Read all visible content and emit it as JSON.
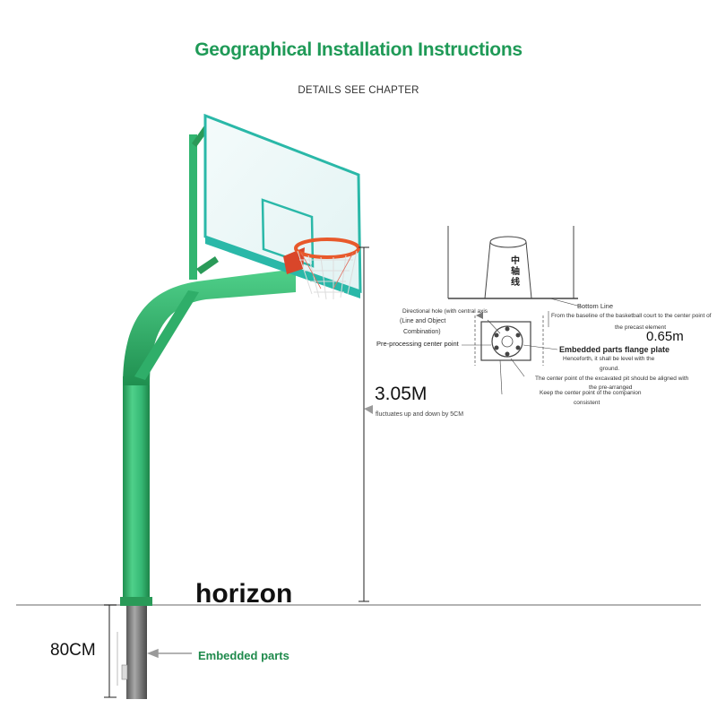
{
  "header": {
    "title": "Geographical Installation Instructions",
    "subtitle": "DETAILS SEE CHAPTER"
  },
  "hoop": {
    "ground_label": "horizon",
    "height_label": "3.05M",
    "height_note": "fluctuates up and down by 5CM",
    "depth_label": "80CM",
    "embedded_label": "Embedded parts"
  },
  "detail": {
    "cjk_label": "中轴线",
    "bottom_line": "Bottom Line",
    "baseline_note": "From the baseline of the basketball court to the center point of",
    "precast_note": "the precast element",
    "distance": "0.65m",
    "directional_hole": "Directional hole (with central axis",
    "line_object": "(Line and Object",
    "combination": "Combination)",
    "pre_processing": "Pre-processing center point",
    "flange_plate": "Embedded parts flange plate",
    "henceforth": "Henceforth, it shall be level with the",
    "ground": "ground.",
    "pit_center": "The center point of the excavated pit should be aligned with",
    "pre_arranged": "the pre-arranged",
    "keep_center": "Keep the center point of the companion",
    "consistent": "consistent"
  },
  "colors": {
    "title_green": "#1f9a57",
    "pole_green": "#3cc07a",
    "pole_dark": "#1f8f4f",
    "rim_orange": "#e8592b",
    "backboard_edge": "#2ab8a8"
  }
}
